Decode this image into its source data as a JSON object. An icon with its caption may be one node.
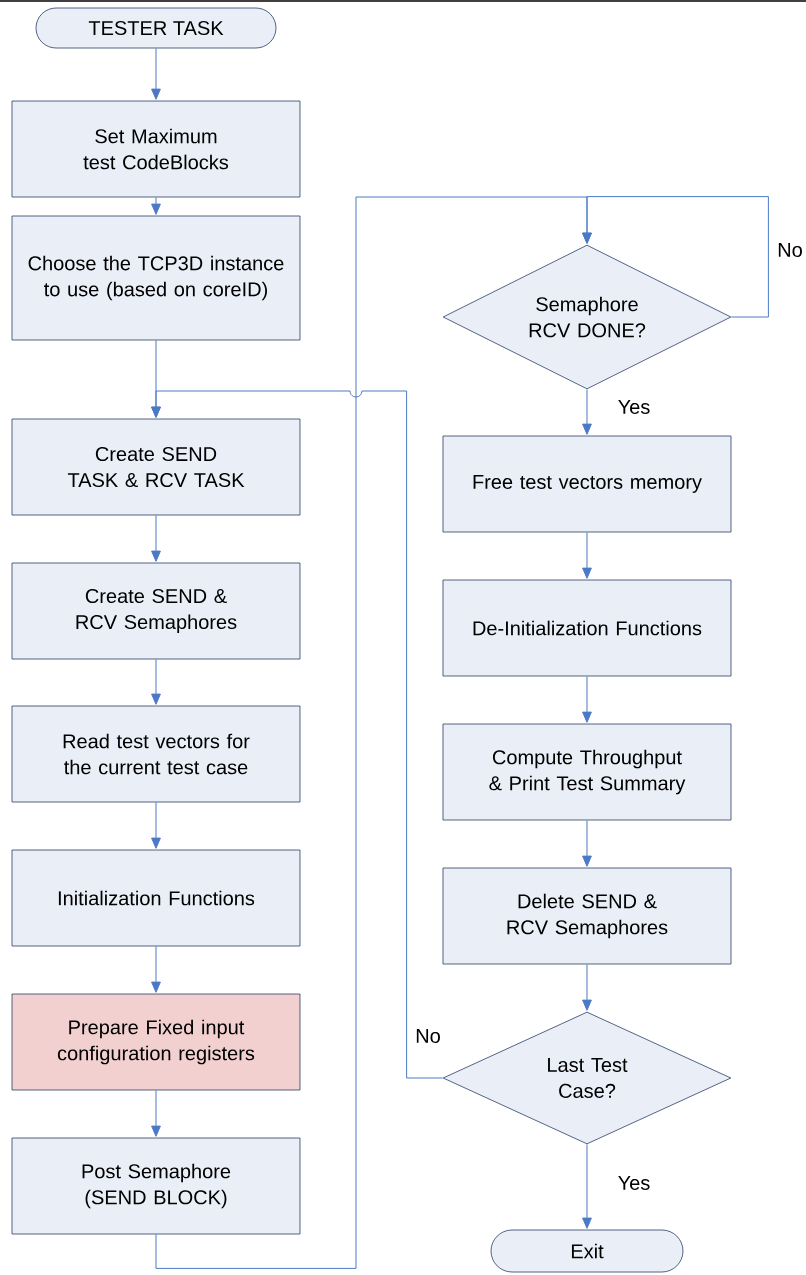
{
  "diagram": {
    "nodes": [
      {
        "text": [
          "TESTER TASK"
        ]
      },
      {
        "text": [
          "Set Maximum test CodeBlocks"
        ]
      },
      {
        "text": [
          "Choose the TCP3D instance to use (based on coreID)"
        ]
      },
      {
        "text": [
          "Create SEND TASK & RCV TASK"
        ]
      },
      {
        "text": [
          "Create SEND & RCV Semaphores"
        ]
      },
      {
        "text": [
          "Read test vectors for the current test case"
        ]
      },
      {
        "text": [
          "Initialization Functions"
        ]
      },
      {
        "text": [
          "Prepare Fixed input configuration registers"
        ]
      },
      {
        "text": [
          "Post Semaphore (SEND BLOCK)"
        ]
      },
      {
        "text": [
          "Semaphore RCV DONE?"
        ]
      },
      {
        "text": [
          "Free test vectors memory"
        ]
      },
      {
        "text": [
          "De-Initialization Functions"
        ]
      },
      {
        "text": [
          "Compute Throughput & Print Test Summary"
        ]
      },
      {
        "text": [
          "Delete SEND & RCV Semaphores"
        ]
      },
      {
        "text": [
          "Last Test Case?"
        ]
      },
      {
        "text": [
          "Exit"
        ]
      }
    ],
    "edges": [
      {
        "from": 0,
        "to": 1,
        "arrow": "to"
      },
      {
        "from": 1,
        "to": 2,
        "arrow": "to"
      },
      {
        "from": 2,
        "to": 3,
        "arrow": "to"
      },
      {
        "from": 3,
        "to": 4,
        "arrow": "to"
      },
      {
        "from": 4,
        "to": 5,
        "arrow": "to"
      },
      {
        "from": 5,
        "to": 6,
        "arrow": "to"
      },
      {
        "from": 6,
        "to": 7,
        "arrow": "to"
      },
      {
        "from": 7,
        "to": 8,
        "arrow": "to"
      },
      {
        "from": 8,
        "to": 9,
        "arrow": "to"
      },
      {
        "from": 9,
        "to": 9,
        "arrow": "to",
        "label": "No"
      },
      {
        "from": 9,
        "to": 10,
        "arrow": "to",
        "label": "Yes"
      },
      {
        "from": 10,
        "to": 11,
        "arrow": "to"
      },
      {
        "from": 11,
        "to": 12,
        "arrow": "to"
      },
      {
        "from": 12,
        "to": 13,
        "arrow": "to"
      },
      {
        "from": 13,
        "to": 14,
        "arrow": "to"
      },
      {
        "from": 14,
        "to": 15,
        "arrow": "to",
        "label": "Yes"
      },
      {
        "from": 14,
        "to": 3,
        "arrow": "to",
        "label": "No"
      }
    ]
  }
}
